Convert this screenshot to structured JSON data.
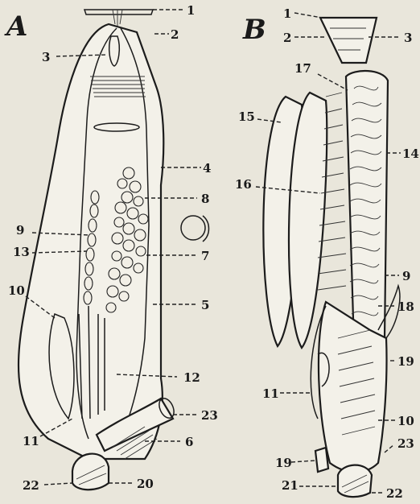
{
  "panels": [
    {
      "id": "A",
      "label": "A"
    },
    {
      "id": "B",
      "label": "B"
    }
  ],
  "callouts_a": [
    "1",
    "2",
    "3",
    "4",
    "8",
    "9",
    "13",
    "7",
    "10",
    "5",
    "12",
    "23",
    "11",
    "6",
    "22",
    "20"
  ],
  "callouts_b": [
    "1",
    "2",
    "3",
    "17",
    "15",
    "14",
    "16",
    "9",
    "18",
    "19",
    "11",
    "10",
    "23",
    "19",
    "21",
    "22"
  ]
}
